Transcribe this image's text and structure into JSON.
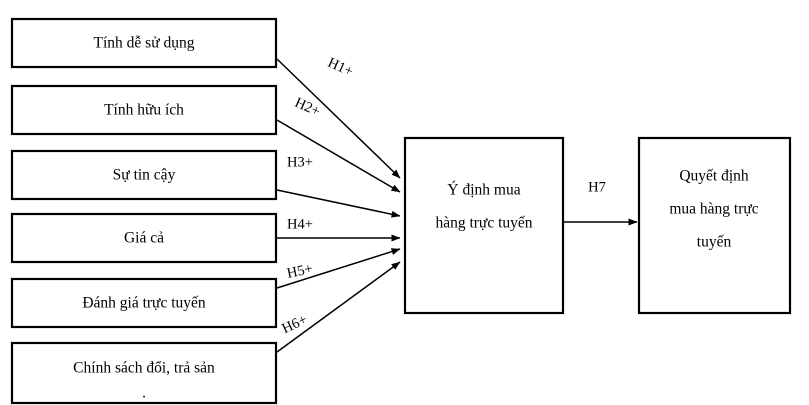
{
  "diagram": {
    "title": "Mo hinh nghien cuu y dinh va quyet dinh mua hang truc tuyen",
    "background_color": "#ffffff",
    "line_color": "#000000",
    "box_fill": "#ffffff"
  },
  "antecedents": [
    {
      "id": "ease-of-use",
      "label": "Tính dễ sử dụng"
    },
    {
      "id": "usefulness",
      "label": "Tính hữu ích"
    },
    {
      "id": "trust",
      "label": "Sự tin cậy"
    },
    {
      "id": "price",
      "label": "Giá cả"
    },
    {
      "id": "online-reviews",
      "label": "Đánh giá trực tuyến"
    },
    {
      "id": "return-policy",
      "label": "Chính sách đổi, trả sản",
      "label_line2": "."
    }
  ],
  "mediator": {
    "id": "purchase-intention",
    "line1": "Ý định mua",
    "line2": "hàng trực tuyến"
  },
  "outcome": {
    "id": "purchase-decision",
    "line1": "Quyết định",
    "line2": "mua hàng trực",
    "line3": "tuyến"
  },
  "hypotheses": [
    {
      "id": "h1",
      "label": "H1+",
      "from": "ease-of-use",
      "to": "purchase-intention",
      "rotation": 24
    },
    {
      "id": "h2",
      "label": "H2+",
      "from": "usefulness",
      "to": "purchase-intention",
      "rotation": 24
    },
    {
      "id": "h3",
      "label": "H3+",
      "from": "trust",
      "to": "purchase-intention",
      "rotation": 0
    },
    {
      "id": "h4",
      "label": "H4+",
      "from": "price",
      "to": "purchase-intention",
      "rotation": 0
    },
    {
      "id": "h5",
      "label": "H5+",
      "from": "online-reviews",
      "to": "purchase-intention",
      "rotation": -12
    },
    {
      "id": "h6",
      "label": "H6+",
      "from": "return-policy",
      "to": "purchase-intention",
      "rotation": -25
    },
    {
      "id": "h7",
      "label": "H7",
      "from": "purchase-intention",
      "to": "purchase-decision",
      "rotation": 0
    }
  ]
}
